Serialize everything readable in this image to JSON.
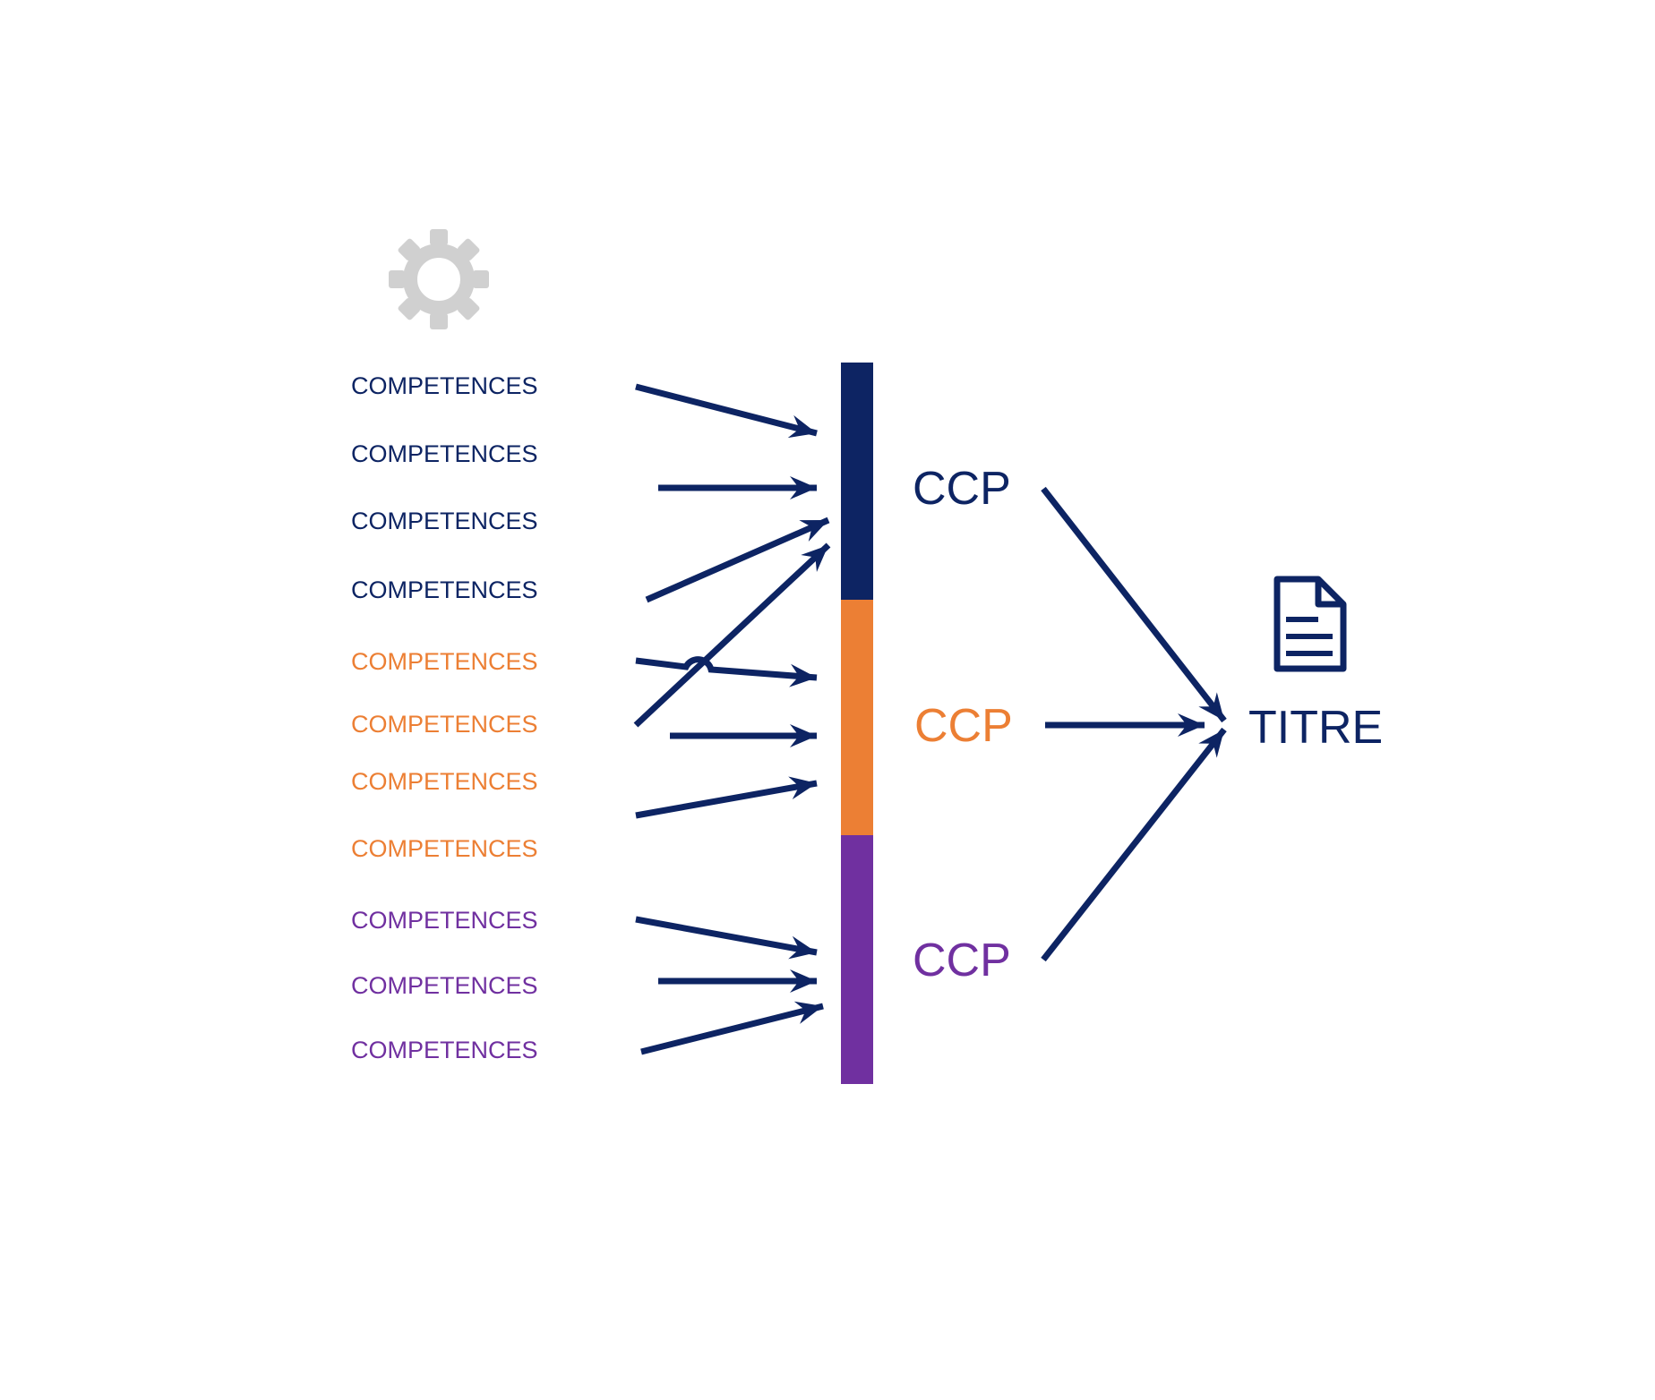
{
  "colors": {
    "navy": "#0D2463",
    "orange": "#EC7F34",
    "purple": "#7030A0",
    "gear": "#D0D0D0",
    "background": "#FFFFFF"
  },
  "gear": {
    "icon": "gear-icon"
  },
  "competences": [
    {
      "label": "COMPETENCES",
      "group": "navy"
    },
    {
      "label": "COMPETENCES",
      "group": "navy"
    },
    {
      "label": "COMPETENCES",
      "group": "navy"
    },
    {
      "label": "COMPETENCES",
      "group": "navy"
    },
    {
      "label": "COMPETENCES",
      "group": "orange"
    },
    {
      "label": "COMPETENCES",
      "group": "orange"
    },
    {
      "label": "COMPETENCES",
      "group": "orange"
    },
    {
      "label": "COMPETENCES",
      "group": "orange"
    },
    {
      "label": "COMPETENCES",
      "group": "purple"
    },
    {
      "label": "COMPETENCES",
      "group": "purple"
    },
    {
      "label": "COMPETENCES",
      "group": "purple"
    }
  ],
  "bar_segments": [
    {
      "group": "navy"
    },
    {
      "group": "orange"
    },
    {
      "group": "purple"
    }
  ],
  "ccp": [
    {
      "label": "CCP",
      "group": "navy"
    },
    {
      "label": "CCP",
      "group": "orange"
    },
    {
      "label": "CCP",
      "group": "purple"
    }
  ],
  "titre": {
    "label": "TITRE",
    "icon": "document-icon"
  }
}
